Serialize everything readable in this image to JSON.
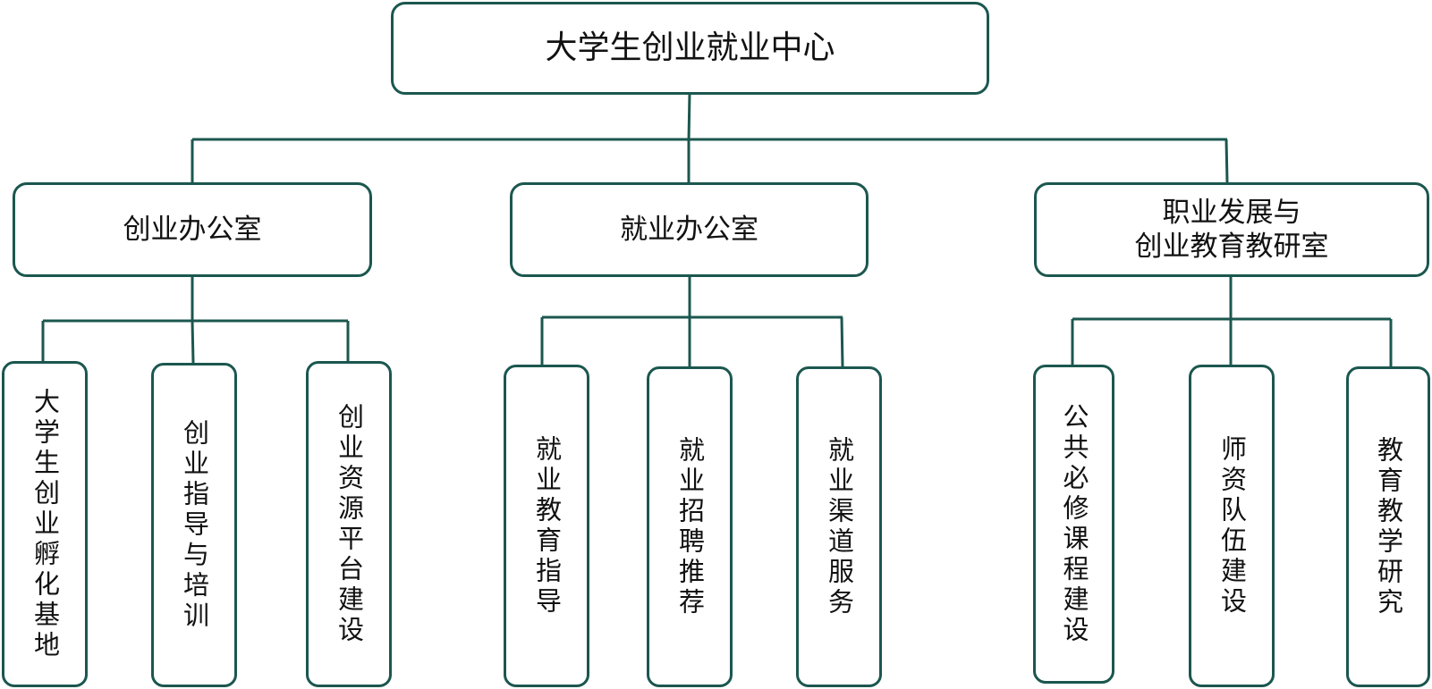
{
  "diagram": {
    "root": {
      "label": "大学生创业就业中心"
    },
    "offices": [
      {
        "label": "创业办公室",
        "units": [
          {
            "label": "大学生创业孵化基地"
          },
          {
            "label": "创业指导与培训"
          },
          {
            "label": "创业资源平台建设"
          }
        ]
      },
      {
        "label": "就业办公室",
        "units": [
          {
            "label": "就业教育指导"
          },
          {
            "label": "就业招聘推荐"
          },
          {
            "label": "就业渠道服务"
          }
        ]
      },
      {
        "label": "职业发展与\n创业教育教研室",
        "units": [
          {
            "label": "公共必修课程建设"
          },
          {
            "label": "师资队伍建设"
          },
          {
            "label": "教育教学研究"
          }
        ]
      }
    ],
    "colors": {
      "stroke": "#1b574f",
      "fill": "#ffffff",
      "text": "#111111"
    }
  }
}
